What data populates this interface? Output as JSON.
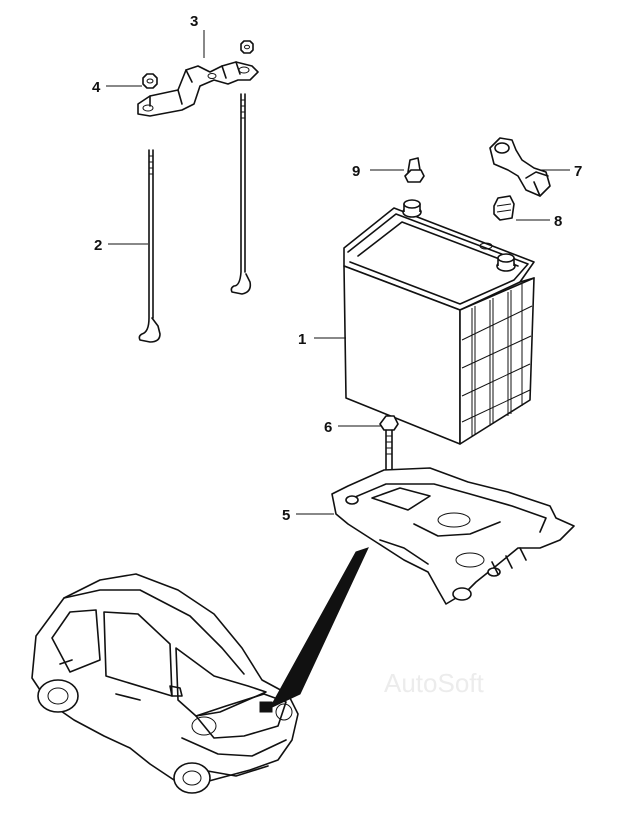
{
  "callouts": [
    {
      "id": "1",
      "part": "battery"
    },
    {
      "id": "2",
      "part": "hold-down-rod"
    },
    {
      "id": "3",
      "part": "battery-clamp-bracket"
    },
    {
      "id": "4",
      "part": "clamp-nut"
    },
    {
      "id": "5",
      "part": "battery-tray"
    },
    {
      "id": "6",
      "part": "tray-bolt"
    },
    {
      "id": "7",
      "part": "terminal-clamp"
    },
    {
      "id": "8",
      "part": "terminal-nut"
    },
    {
      "id": "9",
      "part": "terminal-bolt"
    }
  ],
  "watermark": "AutoSoft",
  "colors": {
    "line": "#111111",
    "background": "#ffffff",
    "watermark": "#ececec"
  }
}
